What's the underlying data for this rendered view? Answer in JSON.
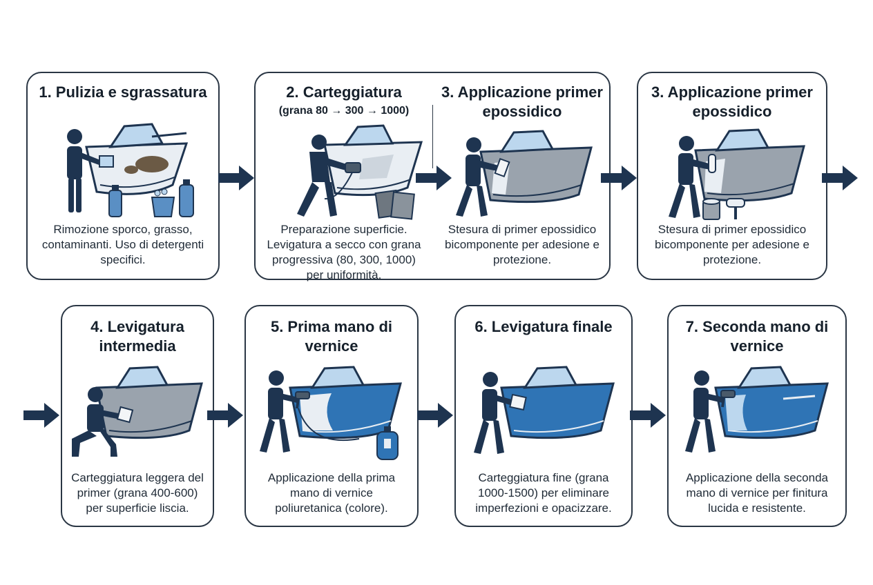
{
  "steps": [
    {
      "title": "1. Pulizia e sgrassatura",
      "desc": "Rimozione sporco, grasso, contaminanti. Uso di detergenti specifici."
    },
    {
      "title": "2. Carteggiatura",
      "subtitle": "(grana 80 → 300 → 1000)",
      "desc": "Preparazione superficie. Levigatura a secco con grana progressiva (80, 300, 1000) per uniformità."
    },
    {
      "title": "3. Applicazione primer epossidico",
      "desc": "Stesura di primer epossidico bicomponente per adesione e protezione."
    },
    {
      "title": "3. Applicazione primer epossidico",
      "desc": "Stesura di primer epossidico bicomponente per adesione e protezione."
    },
    {
      "title": "4. Levigatura intermedia",
      "desc": "Carteggiatura leggera del primer (grana 400-600) per superficie liscia."
    },
    {
      "title": "5. Prima mano di vernice",
      "desc": "Applicazione della prima mano di vernice poliuretanica (colore)."
    },
    {
      "title": "6. Levigatura finale",
      "desc": "Carteggiatura fine (grana 1000-1500) per eliminare imperfezioni e opacizzare."
    },
    {
      "title": "7. Seconda mano di vernice",
      "desc": "Applicazione della seconda mano di vernice per finitura lucida e resistente."
    }
  ],
  "colors": {
    "navy": "#1e3450",
    "border": "#2a3644",
    "hull_white": "#e9eef3",
    "primer_grey": "#9aa3ad",
    "paint_blue": "#2f74b5",
    "glass_blue": "#bcd7ee",
    "dirt": "#6b5a45"
  }
}
